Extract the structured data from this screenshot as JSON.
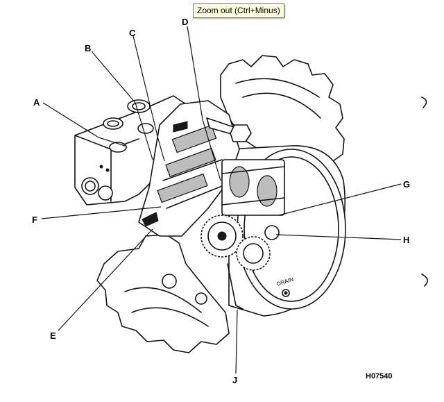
{
  "tooltip": {
    "text": "Zoom out (Ctrl+Minus)"
  },
  "callouts": {
    "A": "A",
    "B": "B",
    "C": "C",
    "D": "D",
    "E": "E",
    "F": "F",
    "G": "G",
    "H": "H",
    "J": "J"
  },
  "figure_id": "H07540",
  "drain_label": "DRAIN"
}
